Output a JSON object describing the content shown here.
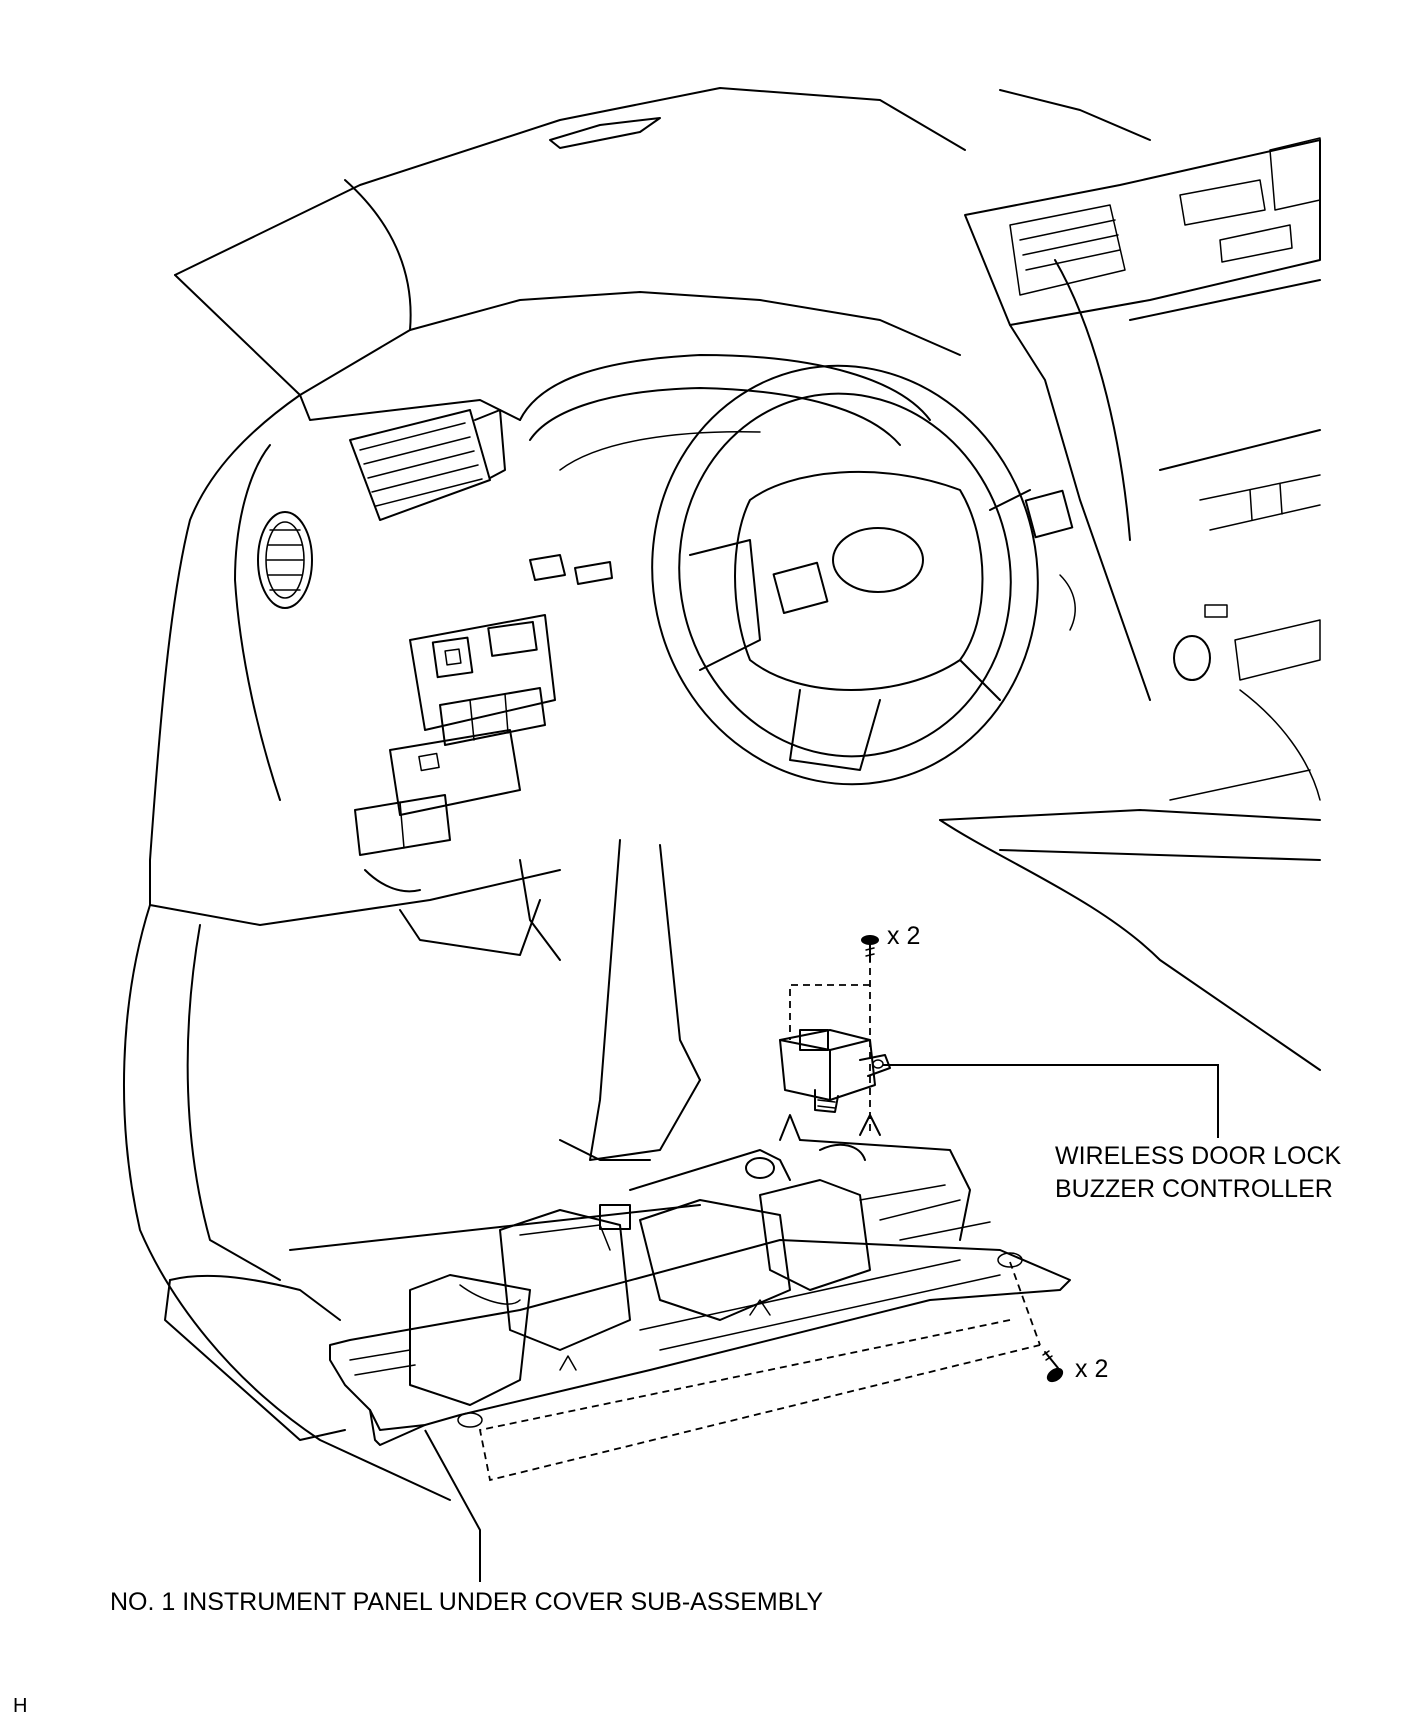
{
  "callouts": {
    "buzzer_controller": {
      "line1": "WIRELESS DOOR LOCK",
      "line2": "BUZZER CONTROLLER"
    },
    "under_cover": "NO. 1 INSTRUMENT PANEL UNDER COVER SUB-ASSEMBLY"
  },
  "fasteners": {
    "controller_screws": "x 2",
    "cover_screws": "x 2"
  },
  "figure_id": "H"
}
